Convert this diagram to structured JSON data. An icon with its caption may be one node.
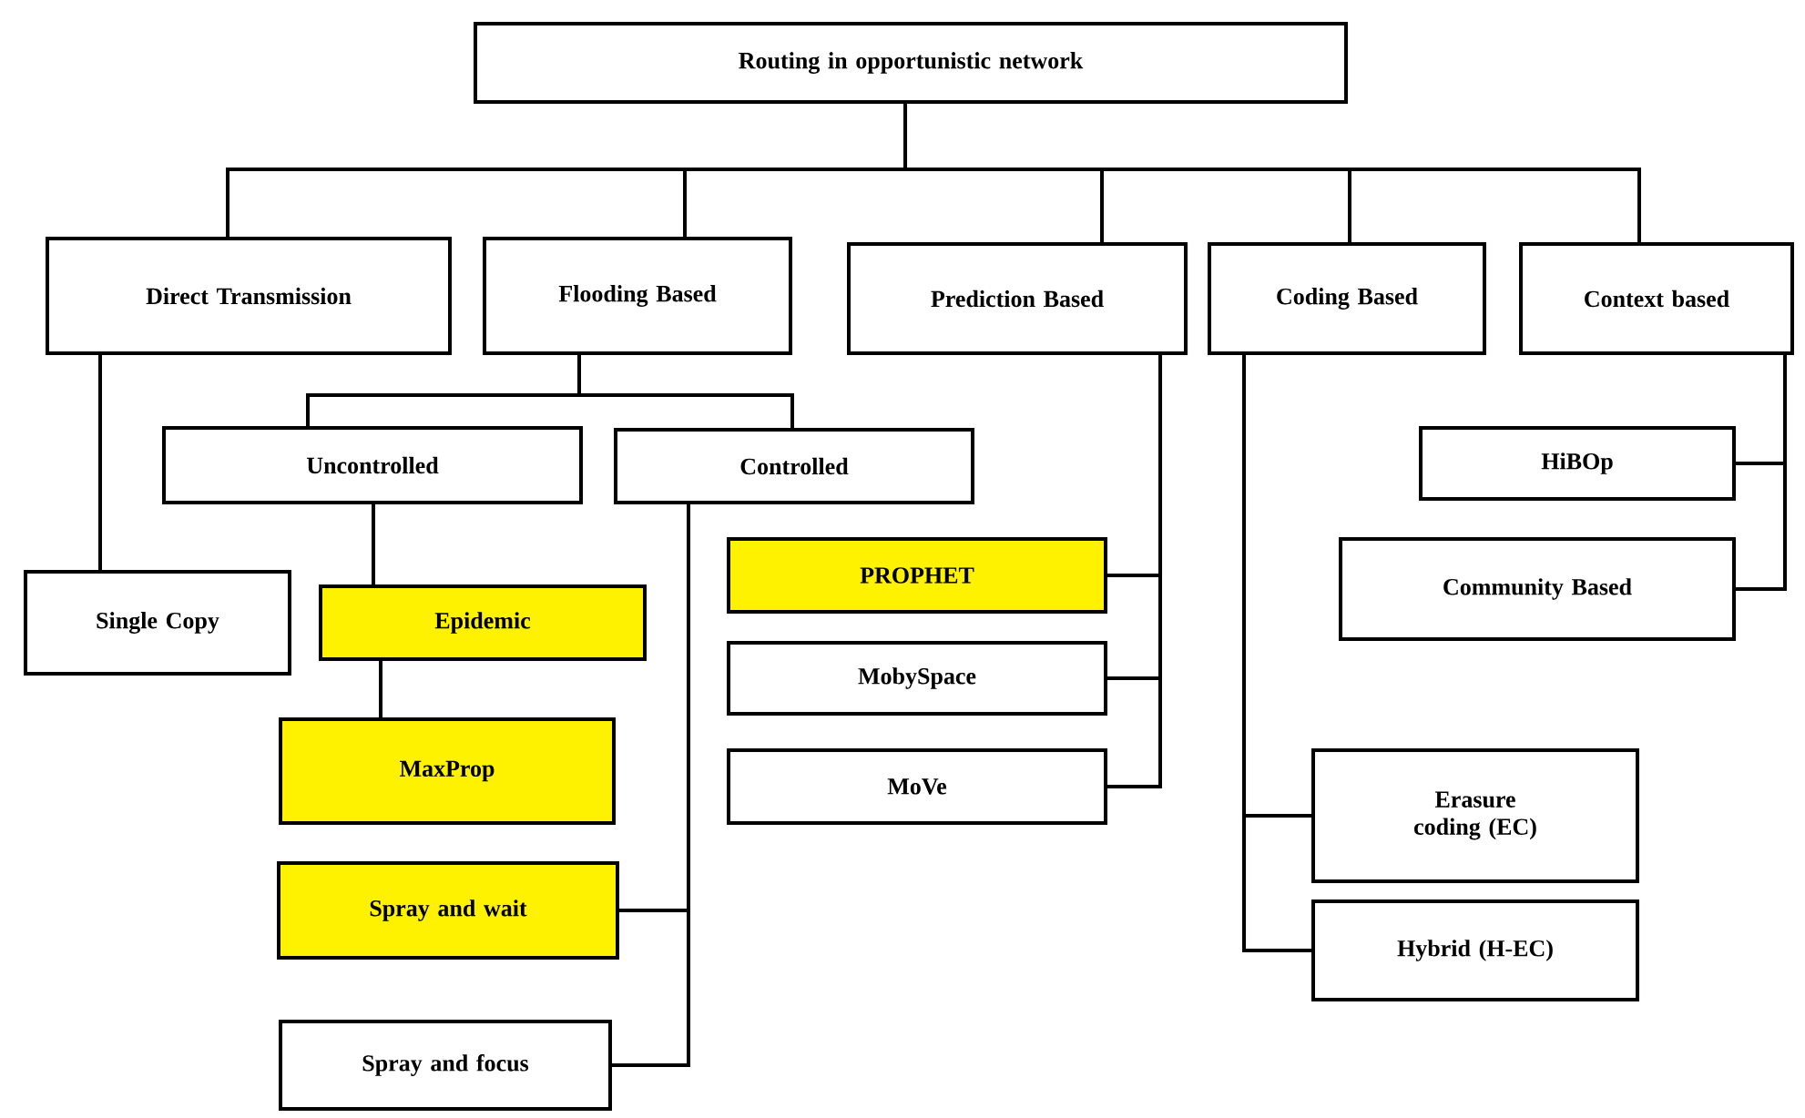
{
  "diagram": {
    "nodes": [
      {
        "text": [
          "Routing in opportunistic network"
        ]
      },
      {
        "text": [
          "Direct Transmission"
        ]
      },
      {
        "text": [
          "Flooding Based"
        ]
      },
      {
        "text": [
          "Prediction Based"
        ]
      },
      {
        "text": [
          "Coding Based"
        ]
      },
      {
        "text": [
          "Context based"
        ]
      },
      {
        "text": [
          "Uncontrolled"
        ]
      },
      {
        "text": [
          "Controlled"
        ]
      },
      {
        "text": [
          "HiBOp"
        ]
      },
      {
        "text": [
          "Single Copy"
        ]
      },
      {
        "text": [
          "Epidemic"
        ]
      },
      {
        "text": [
          "PROPHET"
        ]
      },
      {
        "text": [
          "Community Based"
        ]
      },
      {
        "text": [
          "MobySpace"
        ]
      },
      {
        "text": [
          "MaxProp"
        ]
      },
      {
        "text": [
          "MoVe"
        ]
      },
      {
        "text": [
          "Erasure coding (EC)"
        ]
      },
      {
        "text": [
          "Spray and wait"
        ]
      },
      {
        "text": [
          "Hybrid (H-EC)"
        ]
      },
      {
        "text": [
          "Spray and focus"
        ]
      }
    ],
    "edges": [
      {
        "from": 0,
        "to": 1,
        "arrow": "none"
      },
      {
        "from": 0,
        "to": 2,
        "arrow": "none"
      },
      {
        "from": 0,
        "to": 3,
        "arrow": "none"
      },
      {
        "from": 0,
        "to": 4,
        "arrow": "none"
      },
      {
        "from": 0,
        "to": 5,
        "arrow": "none"
      },
      {
        "from": 1,
        "to": 9,
        "arrow": "none"
      },
      {
        "from": 2,
        "to": 6,
        "arrow": "none"
      },
      {
        "from": 2,
        "to": 7,
        "arrow": "none"
      },
      {
        "from": 6,
        "to": 10,
        "arrow": "none"
      },
      {
        "from": 10,
        "to": 14,
        "arrow": "none"
      },
      {
        "from": 7,
        "to": 17,
        "arrow": "none"
      },
      {
        "from": 7,
        "to": 19,
        "arrow": "none"
      },
      {
        "from": 3,
        "to": 11,
        "arrow": "none"
      },
      {
        "from": 3,
        "to": 13,
        "arrow": "none"
      },
      {
        "from": 3,
        "to": 15,
        "arrow": "none"
      },
      {
        "from": 4,
        "to": 16,
        "arrow": "none"
      },
      {
        "from": 4,
        "to": 18,
        "arrow": "none"
      },
      {
        "from": 5,
        "to": 8,
        "arrow": "none"
      },
      {
        "from": 5,
        "to": 12,
        "arrow": "none"
      }
    ]
  }
}
